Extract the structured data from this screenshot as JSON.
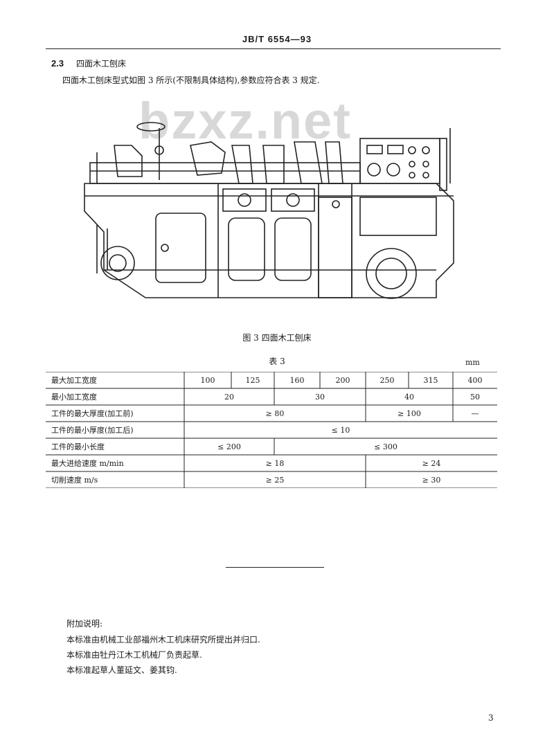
{
  "header": {
    "standard_code": "JB/T 6554—93"
  },
  "section": {
    "number": "2.3",
    "title": "四面木工刨床",
    "body": "四面木工刨床型式如图 3 所示(不限制具体结构),参数应符合表 3 规定."
  },
  "watermark": "bzxz.net",
  "figure": {
    "caption": "图 3   四面木工刨床"
  },
  "table": {
    "caption": "表 3",
    "unit": "mm",
    "rows": [
      {
        "label": "最大加工宽度",
        "cells": [
          "100",
          "125",
          "160",
          "200",
          "250",
          "315",
          "400"
        ]
      },
      {
        "label": "最小加工宽度",
        "cells": [
          "20",
          "30",
          "40",
          "50"
        ]
      },
      {
        "label": "工件的最大厚度(加工前)",
        "cells": [
          "≥ 80",
          "≥ 100",
          "—"
        ]
      },
      {
        "label": "工件的最小厚度(加工后)",
        "cells": [
          "≤ 10"
        ]
      },
      {
        "label": "工件的最小长度",
        "cells": [
          "≤ 200",
          "≤ 300"
        ]
      },
      {
        "label": "最大进给速度   m/min",
        "cells": [
          "≥ 18",
          "≥ 24"
        ]
      },
      {
        "label": "切削速度   m/s",
        "cells": [
          "≥ 25",
          "≥ 30"
        ]
      }
    ]
  },
  "notes": {
    "title": "附加说明:",
    "lines": [
      "本标准由机械工业部福州木工机床研究所提出并归口.",
      "本标准由牡丹江木工机械厂负责起草.",
      "本标准起草人董延文、姜其钧."
    ]
  },
  "page_number": "3"
}
